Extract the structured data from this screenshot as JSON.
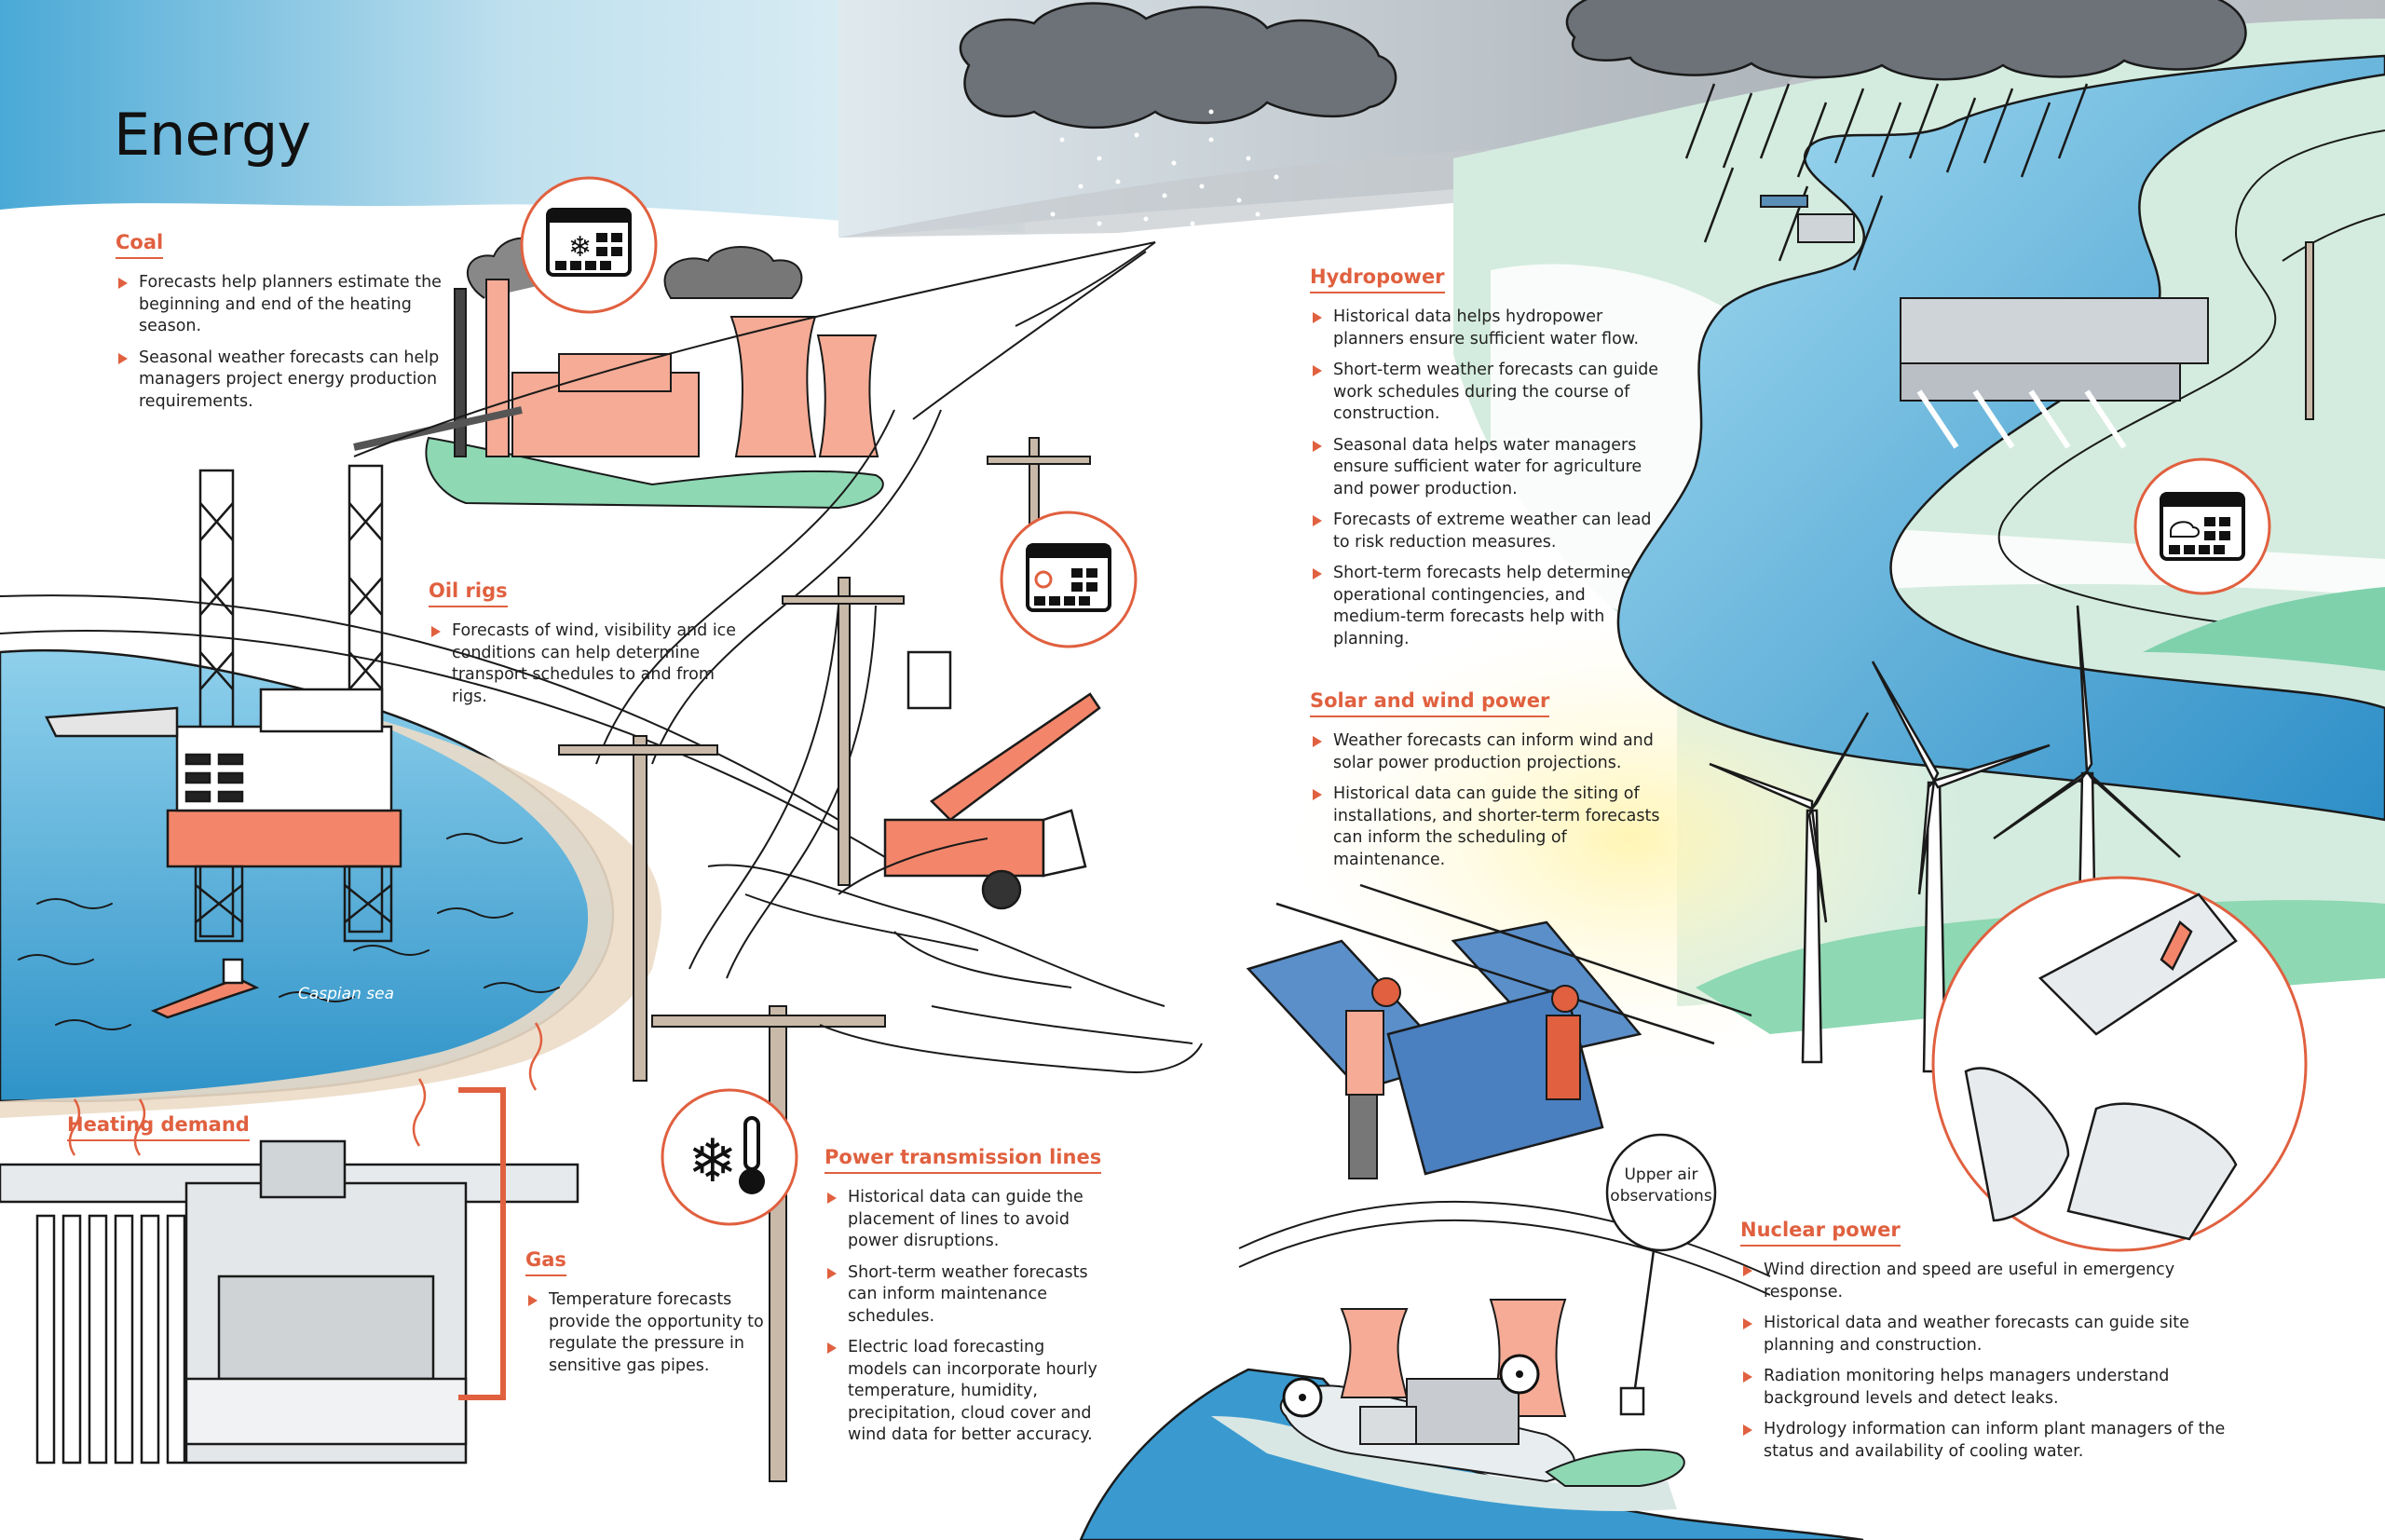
{
  "title": "Energy",
  "sections": {
    "coal": {
      "heading": "Coal",
      "items": [
        "Forecasts help planners estimate the beginning and end of the heating season.",
        "Seasonal weather forecasts can help managers project energy production requirements."
      ]
    },
    "oil_rigs": {
      "heading": "Oil rigs",
      "items": [
        "Forecasts of wind, visibility and ice conditions can help determine transport schedules to and from rigs."
      ]
    },
    "heating": {
      "heading": "Heating demand",
      "items": []
    },
    "gas": {
      "heading": "Gas",
      "items": [
        "Temperature forecasts provide the opportunity to regulate the pressure in sensitive gas pipes."
      ]
    },
    "power_lines": {
      "heading": "Power transmission lines",
      "items": [
        "Historical data can guide the placement of lines to avoid power disruptions.",
        "Short-term weather forecasts can inform maintenance schedules.",
        "Electric load forecasting models can incorporate hourly temperature, humidity, precipitation, cloud cover and wind data for better accuracy."
      ]
    },
    "hydropower": {
      "heading": "Hydropower",
      "items": [
        "Historical data helps hydropower planners ensure sufficient water flow.",
        "Short-term weather forecasts can guide work schedules during the course of construction.",
        "Seasonal data helps water managers ensure sufficient water for agriculture and power production.",
        "Forecasts of extreme weather can lead to risk reduction measures.",
        "Short-term forecasts help determine operational contingencies, and medium-term forecasts help with planning."
      ]
    },
    "solar_wind": {
      "heading": "Solar and wind power",
      "items": [
        "Weather forecasts can inform wind and solar power production projections.",
        "Historical data can guide the siting of installations, and shorter-term forecasts can inform the scheduling of maintenance."
      ]
    },
    "nuclear": {
      "heading": "Nuclear power",
      "items": [
        "Wind direction and speed are useful in emergency response.",
        "Historical data and weather forecasts can guide site planning and construction.",
        "Radiation monitoring helps managers understand background levels and detect leaks.",
        "Hydrology information can inform plant managers of the status and availability of cooling water."
      ]
    }
  },
  "labels": {
    "sea": "Caspian sea",
    "balloon": "Upper air observations"
  },
  "icons": [
    "calendar-snowflake-icon",
    "calendar-sun-cloud-icon",
    "calendar-rain-icon",
    "snowflake-thermometer-icon",
    "radiation-icon"
  ],
  "colors": {
    "accent": "#e0603f",
    "water": "#3f9ccf",
    "land": "#cfe9d9",
    "salmon": "#f5ab95",
    "cloud": "#777d83"
  }
}
